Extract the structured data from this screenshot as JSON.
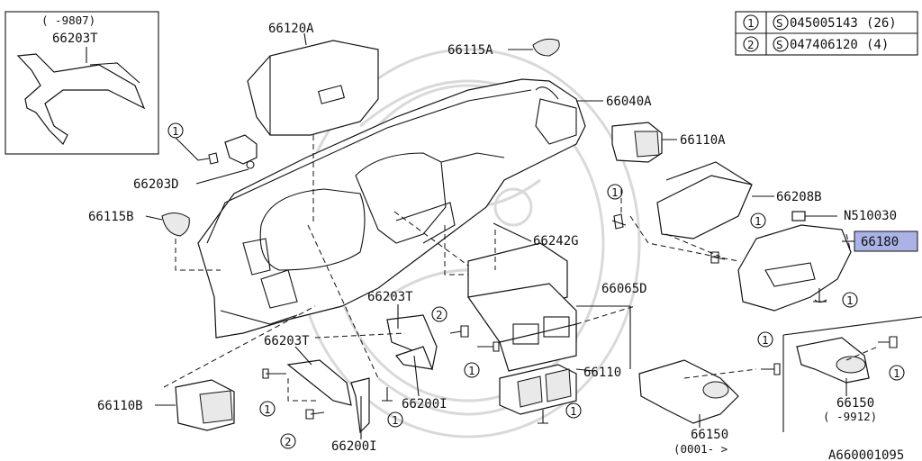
{
  "inset": {
    "range": "(   -9807)",
    "part": "66203T"
  },
  "legend": [
    {
      "num": "1",
      "code": "045005143",
      "qty": "(26)"
    },
    {
      "num": "2",
      "code": "047406120",
      "qty": "(4)"
    }
  ],
  "legend_prefix": "S",
  "parts": {
    "p66120A": "66120A",
    "p66115A": "66115A",
    "p66040A": "66040A",
    "p66110A": "66110A",
    "p66203D": "66203D",
    "p66115B": "66115B",
    "p66208B": "66208B",
    "pN510030": "N510030",
    "p66180": "66180",
    "p66242G": "66242G",
    "p66065D": "66065D",
    "p66203T_a": "66203T",
    "p66203T_b": "66203T",
    "p66110": "66110",
    "p66200I_a": "66200I",
    "p66200I_b": "66200I",
    "p66110B": "66110B",
    "p66150_a": "66150",
    "p66150_b": "66150",
    "range_a": "(0001-    >",
    "range_b": "(   -9912)"
  },
  "callouts": {
    "c1": "1",
    "c2": "2"
  },
  "highlight_color": "#aab2e6",
  "diagram_id": "A660001095"
}
